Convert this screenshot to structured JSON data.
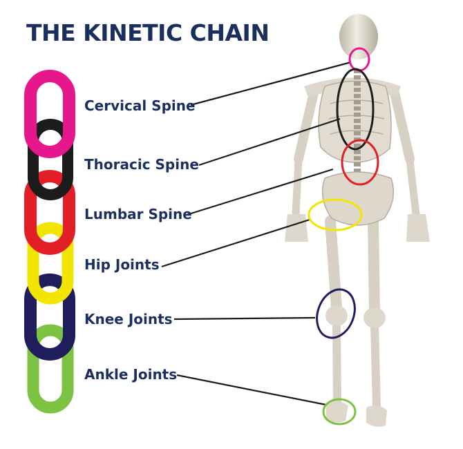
{
  "title": "THE KINETIC CHAIN",
  "labels": [
    {
      "text": "Cervical Spine",
      "color": "#e6168c"
    },
    {
      "text": "Thoracic Spine",
      "color": "#1c1c1c"
    },
    {
      "text": "Lumbar Spine",
      "color": "#e21f26"
    },
    {
      "text": "Hip Joints",
      "color": "#f2e600"
    },
    {
      "text": "Knee Joints",
      "color": "#1f1d5c"
    },
    {
      "text": "Ankle Joints",
      "color": "#7dc242"
    }
  ],
  "colors": {
    "title": "#1b2f5e",
    "label": "#1b2f5e",
    "leader_line": "#1a1a1a",
    "bone": "#e6e1d5"
  }
}
